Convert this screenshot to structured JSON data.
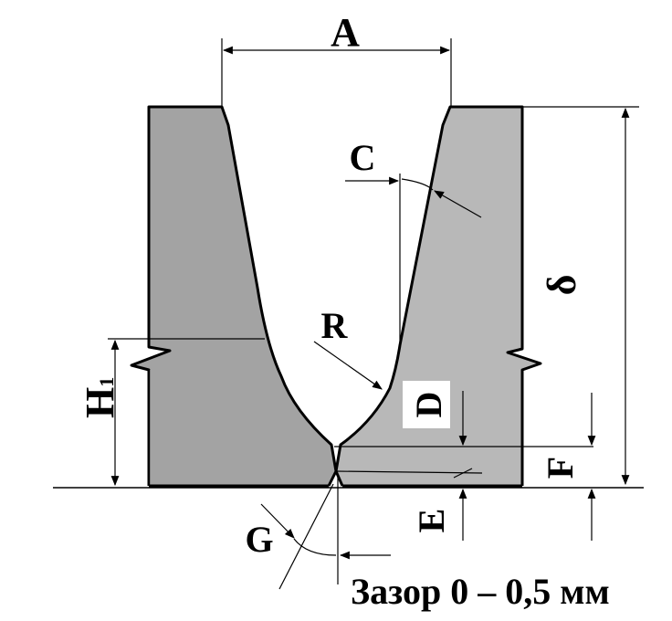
{
  "diagram": {
    "labels": {
      "A": "A",
      "C": "C",
      "delta": "δ",
      "R": "R",
      "D": "D",
      "F": "F",
      "H": "H",
      "H_sub": "1",
      "E": "E",
      "G": "G",
      "gap": "Зазор 0 – 0,5 мм"
    },
    "colors": {
      "left_plate": "#a3a3a3",
      "right_plate": "#b8b8b8",
      "outline": "#000000",
      "label_box": "#ffffff"
    }
  }
}
